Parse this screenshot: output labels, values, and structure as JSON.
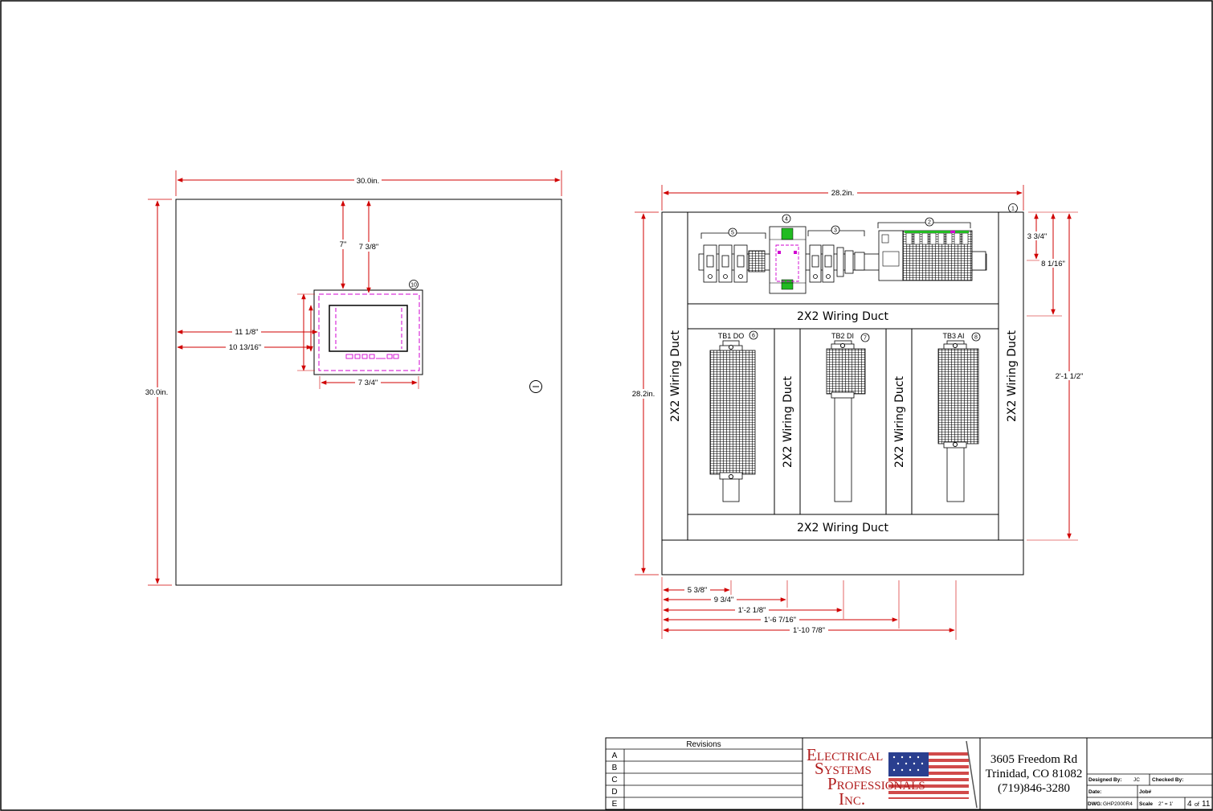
{
  "front_view": {
    "width_label": "30.0in.",
    "height_label": "30.0in.",
    "dim_top_a": "7\"",
    "dim_top_b": "7 3/8\"",
    "dim_left_a": "11 1/8\"",
    "dim_left_b": "10 13/16\"",
    "dim_bottom": "7 3/4\"",
    "hmi_balloon": "10"
  },
  "back_panel": {
    "width_label": "28.2in.",
    "height_label": "28.2in.",
    "right_dim_a": "3 3/4\"",
    "right_dim_b": "8 1/16\"",
    "right_dim_c": "2'-1 1/2\"",
    "bottom_dims": [
      "5 3/8\"",
      "9 3/4\"",
      "1'-2 1/8\"",
      "1'-6 7/16\"",
      "1'-10 7/8\""
    ],
    "duct_label": "2X2 Wiring Duct",
    "balloons": {
      "panel": "1",
      "plc": "2",
      "group3": "3",
      "psu": "4",
      "group5": "5"
    },
    "terminal_blocks": [
      {
        "label": "TB1 DO",
        "balloon": "6"
      },
      {
        "label": "TB2 DI",
        "balloon": "7"
      },
      {
        "label": "TB3 AI",
        "balloon": "8"
      }
    ]
  },
  "title_block": {
    "revisions_title": "Revisions",
    "revision_rows": [
      "A",
      "B",
      "C",
      "D",
      "E"
    ],
    "logo_lines": [
      "Electrical",
      "Systems",
      "Professionals",
      "Inc."
    ],
    "address_line1": "3605 Freedom Rd",
    "address_line2": "Trinidad, CO 81082",
    "phone": "(719)846-3280",
    "designed_by_label": "Designed By:",
    "designed_by": "JC",
    "checked_by_label": "Checked By:",
    "date_label": "Date:",
    "job_label": "Job#",
    "dwg_label": "DWG:",
    "dwg": "GHP2000R4",
    "scale_label": "Scale",
    "scale": "2\" = 1'",
    "sheet": "4",
    "sheet_of": "of",
    "sheet_total": "11"
  },
  "colors": {
    "dimension": "#d00000",
    "accent": "#d000d0",
    "green": "#22bb22",
    "logo_red": "#b01c1c",
    "logo_blue": "#2a3f8f"
  }
}
